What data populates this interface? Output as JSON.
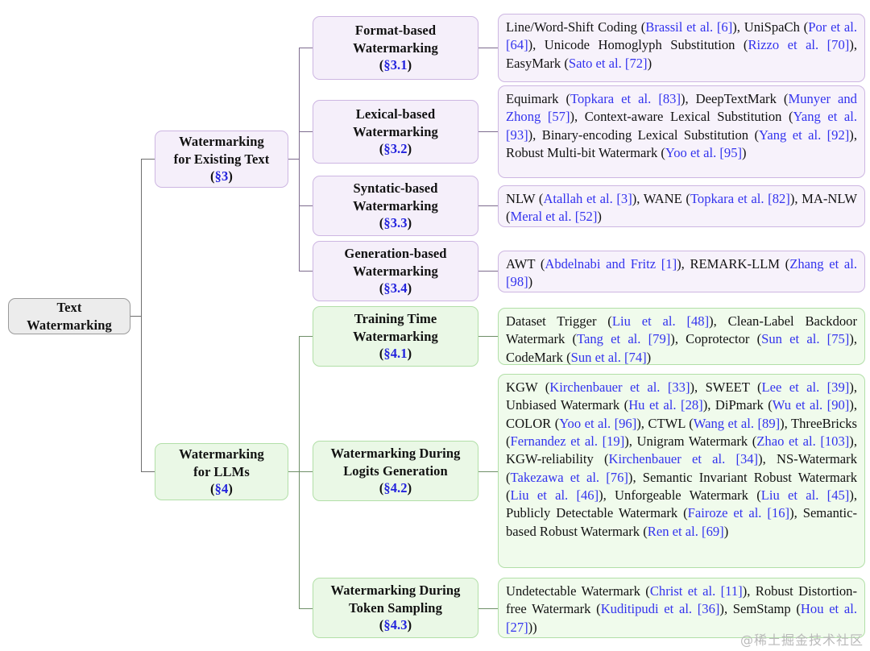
{
  "root": {
    "line1": "Text",
    "line2": "Watermarking"
  },
  "branches": [
    {
      "id": "existing-text",
      "line1": "Watermarking",
      "line2": "for Existing Text",
      "section": "§3",
      "color": "#f5effa"
    },
    {
      "id": "llms",
      "line1": "Watermarking",
      "line2": "for LLMs",
      "section": "§4",
      "color": "#eaf8e6"
    }
  ],
  "categories": [
    {
      "id": "format-based",
      "line1": "Format-based",
      "line2": "Watermarking",
      "section": "§3.1",
      "theme": "purple",
      "content": [
        {
          "t": "Line/Word-Shift Coding ("
        },
        {
          "t": "Brassil et al. [6]",
          "c": true
        },
        {
          "t": "), UniSpaCh ("
        },
        {
          "t": "Por et al. [64]",
          "c": true
        },
        {
          "t": "), Unicode Homoglyph Substitution ("
        },
        {
          "t": "Rizzo et al. [70]",
          "c": true
        },
        {
          "t": "), EasyMark ("
        },
        {
          "t": "Sato et al. [72]",
          "c": true
        },
        {
          "t": ")"
        }
      ]
    },
    {
      "id": "lexical-based",
      "line1": "Lexical-based",
      "line2": "Watermarking",
      "section": "§3.2",
      "theme": "purple",
      "content": [
        {
          "t": "Equimark ("
        },
        {
          "t": "Topkara et al. [83]",
          "c": true
        },
        {
          "t": "), DeepTextMark ("
        },
        {
          "t": "Munyer and Zhong [57]",
          "c": true
        },
        {
          "t": "), Context-aware Lexical Substitution ("
        },
        {
          "t": "Yang et al. [93]",
          "c": true
        },
        {
          "t": "), Binary-encoding Lexical Substitution ("
        },
        {
          "t": "Yang et al. [92]",
          "c": true
        },
        {
          "t": "), Robust Multi-bit Watermark ("
        },
        {
          "t": "Yoo et al. [95]",
          "c": true
        },
        {
          "t": ")"
        }
      ]
    },
    {
      "id": "syntatic-based",
      "line1": "Syntatic-based",
      "line2": "Watermarking",
      "section": "§3.3",
      "theme": "purple",
      "content": [
        {
          "t": "NLW ("
        },
        {
          "t": "Atallah et al. [3]",
          "c": true
        },
        {
          "t": "), WANE ("
        },
        {
          "t": "Topkara et al. [82]",
          "c": true
        },
        {
          "t": "), MA-NLW ("
        },
        {
          "t": "Meral et al. [52]",
          "c": true
        },
        {
          "t": ")"
        }
      ]
    },
    {
      "id": "generation-based",
      "line1": "Generation-based",
      "line2": "Watermarking",
      "section": "§3.4",
      "theme": "purple",
      "content": [
        {
          "t": "AWT ("
        },
        {
          "t": "Abdelnabi and Fritz [1]",
          "c": true
        },
        {
          "t": "), REMARK-LLM ("
        },
        {
          "t": "Zhang et al. [98]",
          "c": true
        },
        {
          "t": ")"
        }
      ]
    },
    {
      "id": "training-time",
      "line1": "Training Time",
      "line2": "Watermarking",
      "section": "§4.1",
      "theme": "green",
      "content": [
        {
          "t": "Dataset Trigger ("
        },
        {
          "t": "Liu et al. [48]",
          "c": true
        },
        {
          "t": "), Clean-Label Backdoor Watermark ("
        },
        {
          "t": "Tang et al. [79]",
          "c": true
        },
        {
          "t": "), Coprotector ("
        },
        {
          "t": "Sun et al. [75]",
          "c": true
        },
        {
          "t": "), CodeMark ("
        },
        {
          "t": "Sun et al. [74]",
          "c": true
        },
        {
          "t": ")"
        }
      ]
    },
    {
      "id": "logits-generation",
      "line1": "Watermarking During",
      "line2": "Logits Generation",
      "section": "§4.2",
      "theme": "green",
      "content": [
        {
          "t": "KGW ("
        },
        {
          "t": "Kirchenbauer et al. [33]",
          "c": true
        },
        {
          "t": "), SWEET ("
        },
        {
          "t": "Lee et al. [39]",
          "c": true
        },
        {
          "t": "), Unbiased Watermark ("
        },
        {
          "t": "Hu et al. [28]",
          "c": true
        },
        {
          "t": "), DiPmark ("
        },
        {
          "t": "Wu et al. [90]",
          "c": true
        },
        {
          "t": "), COLOR ("
        },
        {
          "t": "Yoo et al. [96]",
          "c": true
        },
        {
          "t": "), CTWL ("
        },
        {
          "t": "Wang et al. [89]",
          "c": true
        },
        {
          "t": "), ThreeBricks ("
        },
        {
          "t": "Fernandez et al. [19]",
          "c": true
        },
        {
          "t": "), Unigram Watermark ("
        },
        {
          "t": "Zhao et al. [103]",
          "c": true
        },
        {
          "t": "), KGW-reliability ("
        },
        {
          "t": "Kirchenbauer et al. [34]",
          "c": true
        },
        {
          "t": "), NS-Watermark ("
        },
        {
          "t": "Takezawa et al. [76]",
          "c": true
        },
        {
          "t": "), Semantic Invariant Robust Watermark ("
        },
        {
          "t": "Liu et al. [46]",
          "c": true
        },
        {
          "t": "), Unforgeable Watermark ("
        },
        {
          "t": "Liu et al. [45]",
          "c": true
        },
        {
          "t": "), Publicly Detectable Watermark ("
        },
        {
          "t": "Fairoze et al. [16]",
          "c": true
        },
        {
          "t": "), Semantic-based Robust Watermark ("
        },
        {
          "t": "Ren et al. [69]",
          "c": true
        },
        {
          "t": ")"
        }
      ]
    },
    {
      "id": "token-sampling",
      "line1": "Watermarking During",
      "line2": "Token Sampling",
      "section": "§4.3",
      "theme": "green",
      "content": [
        {
          "t": "Undetectable Watermark ("
        },
        {
          "t": "Christ et al. [11]",
          "c": true
        },
        {
          "t": "), Robust Distortion-free Watermark ("
        },
        {
          "t": "Kuditipudi et al. [36]",
          "c": true
        },
        {
          "t": "), SemStamp ("
        },
        {
          "t": "Hou et al. [27]",
          "c": true
        },
        {
          "t": "))"
        }
      ]
    }
  ],
  "watermark_text": "@稀土掘金技术社区",
  "colors": {
    "purple_fill": "#f5effa",
    "purple_border": "#cdb6e2",
    "green_fill": "#eaf8e6",
    "green_border": "#b2dfa8",
    "root_fill": "#ececec",
    "root_border": "#9a9a9a",
    "citation_blue": "#3333ee",
    "section_blue": "#2222dd"
  }
}
